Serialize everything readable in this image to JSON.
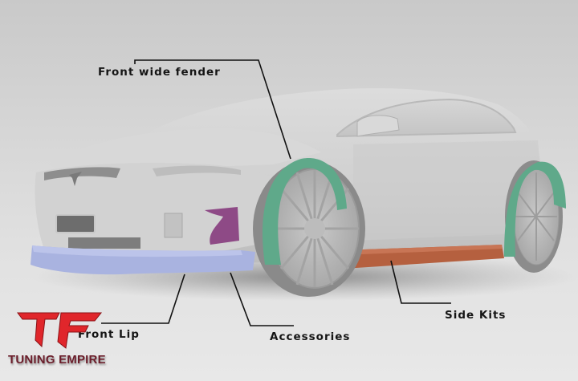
{
  "image": {
    "subject": "Tesla Model X wide body kit render",
    "background_color": "#d9d9d9"
  },
  "brand": {
    "logo_letters": "TF",
    "name": "TUNING EMPIRE",
    "logo_color": "#e0262b",
    "name_color": "#6b1d2a"
  },
  "callouts": [
    {
      "id": "front-wide-fender",
      "label": "Front wide fender",
      "part_color": "#5fa98a"
    },
    {
      "id": "front-lip",
      "label": "Front Lip",
      "part_color": "#a9b3e0"
    },
    {
      "id": "accessories",
      "label": "Accessories",
      "part_color": "#8e4a86"
    },
    {
      "id": "side-kits",
      "label": "Side Kits",
      "part_color": "#b5603f"
    }
  ]
}
